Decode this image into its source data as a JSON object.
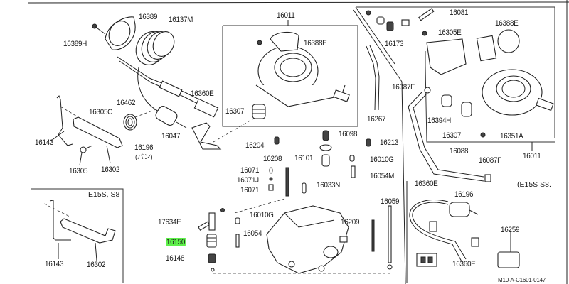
{
  "diagram": {
    "title": "Carburetor assembly exploded parts diagram",
    "figure_code": "M10-A-C1601-0147",
    "highlight_color": "#5ef04a",
    "highlighted_part": "16150",
    "notes": {
      "bottom_left_variant": "E15S, S8",
      "right_variant": "(E15S S8."
    },
    "sub_note": "(バン)",
    "labels": {
      "p16389": "16389",
      "p16137M": "16137M",
      "p16389H": "16389H",
      "p16011_main": "16011",
      "p16388E_main": "16388E",
      "p16360E_top": "16360E",
      "p16462": "16462",
      "p16305C": "16305C",
      "p16143_top": "16143",
      "p16196_top": "16196",
      "p16047": "16047",
      "p16305": "16305",
      "p16302_top": "16302",
      "p16307_main": "16307",
      "p16204": "16204",
      "p16098": "16098",
      "p16213": "16213",
      "p16267": "16267",
      "p16208": "16208",
      "p16101": "16101",
      "p16010G_a": "16010G",
      "p16071_a": "16071",
      "p16071J": "16071J",
      "p16071_b": "16071",
      "p16033N": "16033N",
      "p16054M": "16054M",
      "p17634E": "17634E",
      "p16010G_b": "16010G",
      "p16054": "16054",
      "p16150": "16150",
      "p16148": "16148",
      "p16209": "16209",
      "p16059": "16059",
      "p16143_bot": "16143",
      "p16302_bot": "16302",
      "p16081": "16081",
      "p16305E": "16305E",
      "p16173": "16173",
      "p16388E_r": "16388E",
      "p16087F_a": "16087F",
      "p16394H": "16394H",
      "p16307_r": "16307",
      "p16351A": "16351A",
      "p16088": "16088",
      "p16087F_b": "16087F",
      "p16011_r": "16011",
      "p16360E_r1": "16360E",
      "p16196_r": "16196",
      "p16259": "16259",
      "p16360E_r2": "16360E"
    }
  }
}
